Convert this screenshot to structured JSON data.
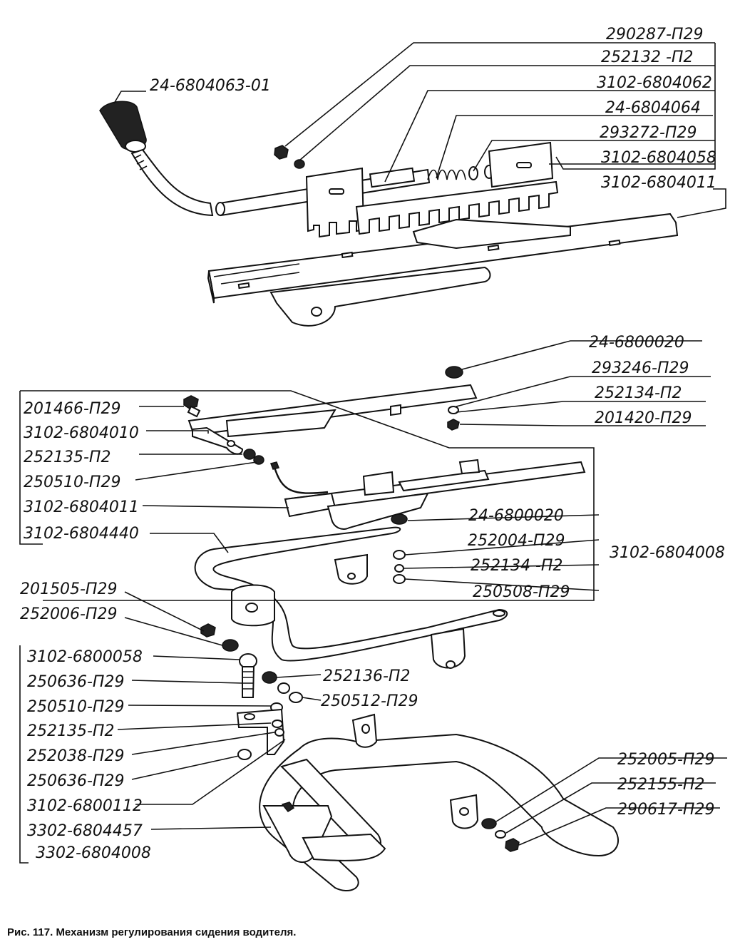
{
  "labels": {
    "p290287": "290287-П29",
    "p252132": "252132 -П2",
    "p3102_6804062": "3102-6804062",
    "p24_6804063_01": "24-6804063-01",
    "p24_6804064": "24-6804064",
    "p293272": "293272-П29",
    "p3102_6804058": "3102-6804058",
    "p3102_6804011_top": "3102-6804011",
    "p24_6800020_a": "24-6800020",
    "p293246": "293246-П29",
    "p252134_a": "252134-П2",
    "p201420": "201420-П29",
    "p201466": "201466-П29",
    "p3102_6804010": "3102-6804010",
    "p252135_a": "252135-П2",
    "p250510_a": "250510-П29",
    "p3102_6804011_mid": "3102-6804011",
    "p24_6800020_b": "24-6800020",
    "p3102_6804440": "3102-6804440",
    "p252004": "252004-П29",
    "p3102_6804008": "3102-6804008",
    "p252134_b": "252134 -П2",
    "p250508": "250508-П29",
    "p201505": "201505-П29",
    "p252006": "252006-П29",
    "p3102_6800058": "3102-6800058",
    "p252136": "252136-П2",
    "p250636_a": "250636-П29",
    "p250512": "250512-П29",
    "p250510_b": "250510-П29",
    "p252135_b": "252135-П2",
    "p252038": "252038-П29",
    "p250636_b": "250636-П29",
    "p3102_6800112": "3102-6800112",
    "p3302_6804457": "3302-6804457",
    "p3302_6804008": "3302-6804008",
    "p252005": "252005-П29",
    "p252155": "252155-П2",
    "p290617": "290617-П29"
  },
  "caption": "Рис. 117. Механизм регулирования сидения водителя."
}
